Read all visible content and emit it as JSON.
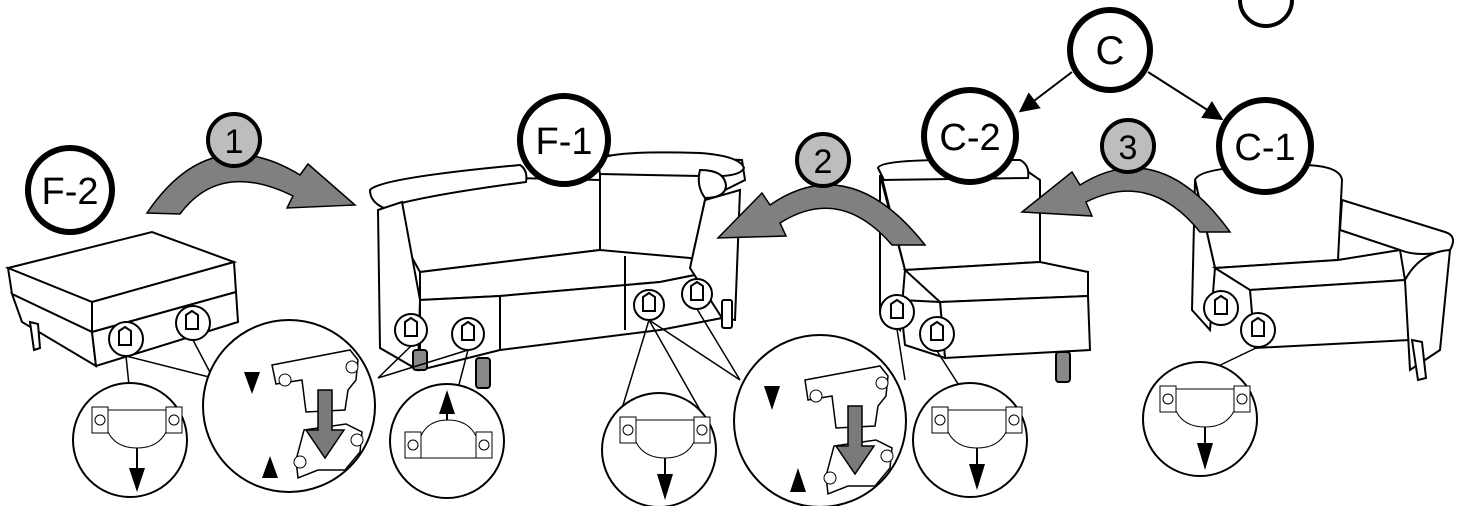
{
  "labels": {
    "f2": "F-2",
    "f1": "F-1",
    "c": "C",
    "c2": "C-2",
    "c1": "C-1"
  },
  "steps": {
    "step1": "1",
    "step2": "2",
    "step3": "3"
  },
  "colors": {
    "line": "#000000",
    "arrow_fill": "#808080",
    "step_badge_fill": "#bdbdbd",
    "background": "#ffffff"
  },
  "icons": {
    "connector": "sofa-connector-bracket-icon",
    "arrow_down": "arrow-down-icon",
    "arrow_up": "arrow-up-icon"
  }
}
